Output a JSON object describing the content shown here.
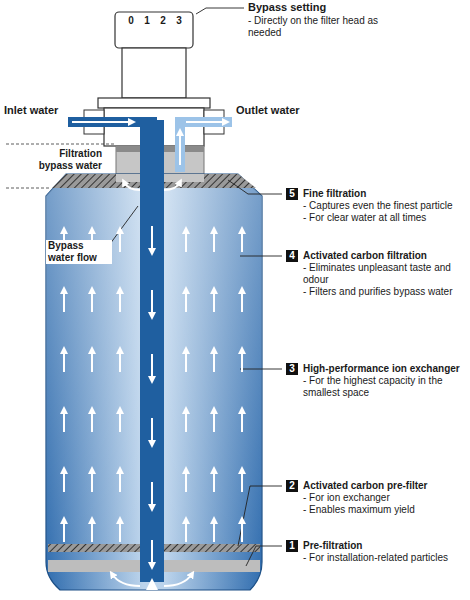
{
  "diagram": {
    "nodes": [
      {
        "text": [
          "5",
          "Fine filtration",
          "- Captures even the finest particle",
          "- For clear water at all times"
        ]
      },
      {
        "text": [
          "4",
          "Activated carbon filtration",
          "- Eliminates unpleasant taste and odour",
          "- Filters and purifies bypass water"
        ]
      },
      {
        "text": [
          "3",
          "High-performance ion exchanger",
          "- For the highest capacity in the smallest space"
        ]
      },
      {
        "text": [
          "2",
          "Activated carbon pre-filter",
          "- For ion exchanger",
          "- Enables maximum yield"
        ]
      },
      {
        "text": [
          "1",
          "Pre-filtration",
          "- For installation-related particles"
        ]
      }
    ],
    "labels": [
      "Bypass setting",
      "- Directly on the filter head as needed",
      "0",
      "1",
      "2",
      "3",
      "Inlet water",
      "Outlet water",
      "Filtration bypass water",
      "Bypass water flow"
    ]
  }
}
